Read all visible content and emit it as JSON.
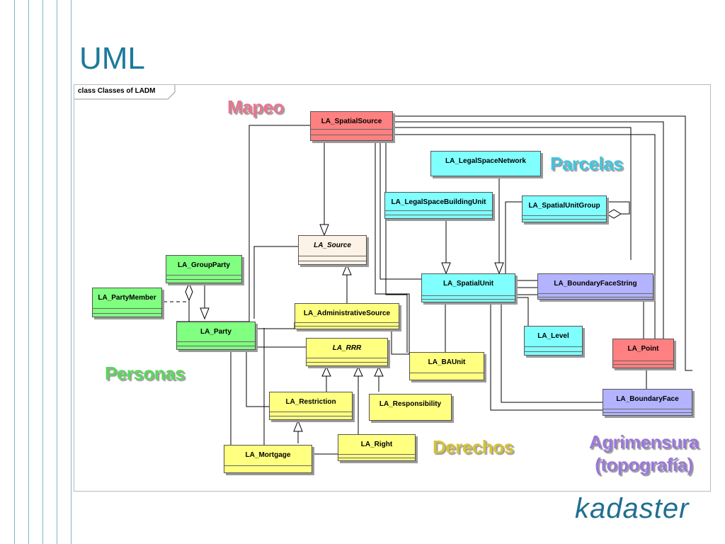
{
  "slide": {
    "title": "UML",
    "logo": "kadaster"
  },
  "frame": {
    "label": "class Classes of LADM"
  },
  "packages": {
    "mapeo": "Mapeo",
    "parcelas": "Parcelas",
    "personas": "Personas",
    "derechos": "Derechos",
    "agrimensura_1": "Agrimensura",
    "agrimensura_2": "(topografía)"
  },
  "classes": {
    "spatial_source": "LA_SpatialSource",
    "legal_space_network": "LA_LegalSpaceNetwork",
    "legal_space_building_unit": "LA_LegalSpaceBuildingUnit",
    "spatial_unit_group": "LA_SpatialUnitGroup",
    "source": "LA_Source",
    "group_party": "LA_GroupParty",
    "party_member": "LA_PartyMember",
    "party": "LA_Party",
    "administrative_source": "LA_AdministrativeSource",
    "rrr": "LA_RRR",
    "ba_unit": "LA_BAUnit",
    "restriction": "LA_Restriction",
    "responsibility": "LA_Responsibility",
    "mortgage": "LA_Mortgage",
    "right": "LA_Right",
    "spatial_unit": "LA_SpatialUnit",
    "boundary_face_string": "LA_BoundaryFaceString",
    "level": "LA_Level",
    "point": "LA_Point",
    "boundary_face": "LA_BoundaryFace"
  },
  "colors": {
    "title": "#1d7a9a",
    "mapeo": "#e8758f",
    "parcelas": "#3fc6e0",
    "personas": "#5cd65c",
    "derechos": "#d6c23a",
    "agrimensura": "#9a78d8",
    "logo": "#1f6f8f"
  }
}
